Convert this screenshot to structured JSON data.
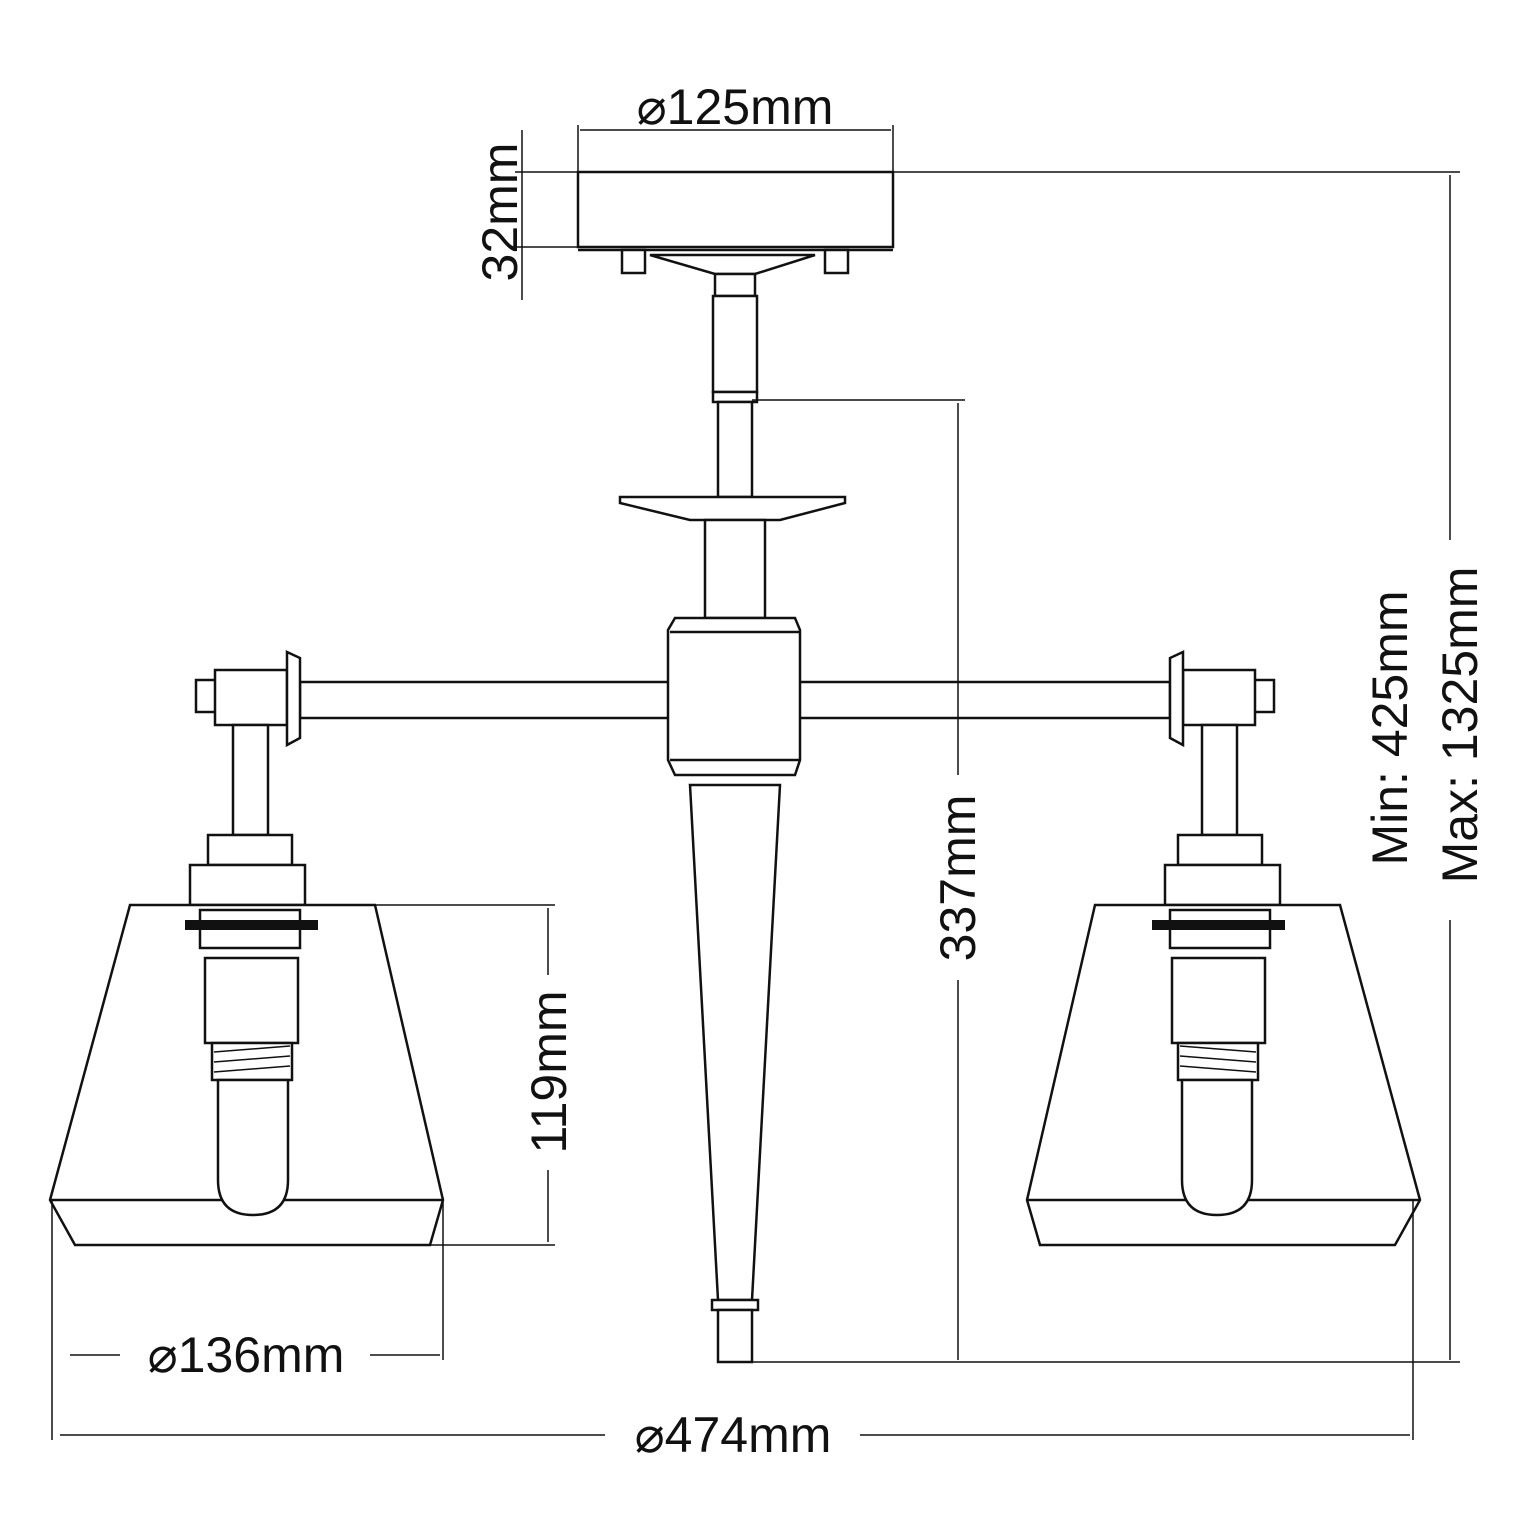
{
  "dimensions": {
    "canopy_diameter": "⌀125mm",
    "canopy_height": "32mm",
    "min_height": "Min: 425mm",
    "max_height": "Max: 1325mm",
    "body_height": "337mm",
    "shade_height": "119mm",
    "shade_diameter": "⌀136mm",
    "overall_diameter": "⌀474mm"
  },
  "colors": {
    "line": "#111111",
    "background": "#ffffff"
  }
}
